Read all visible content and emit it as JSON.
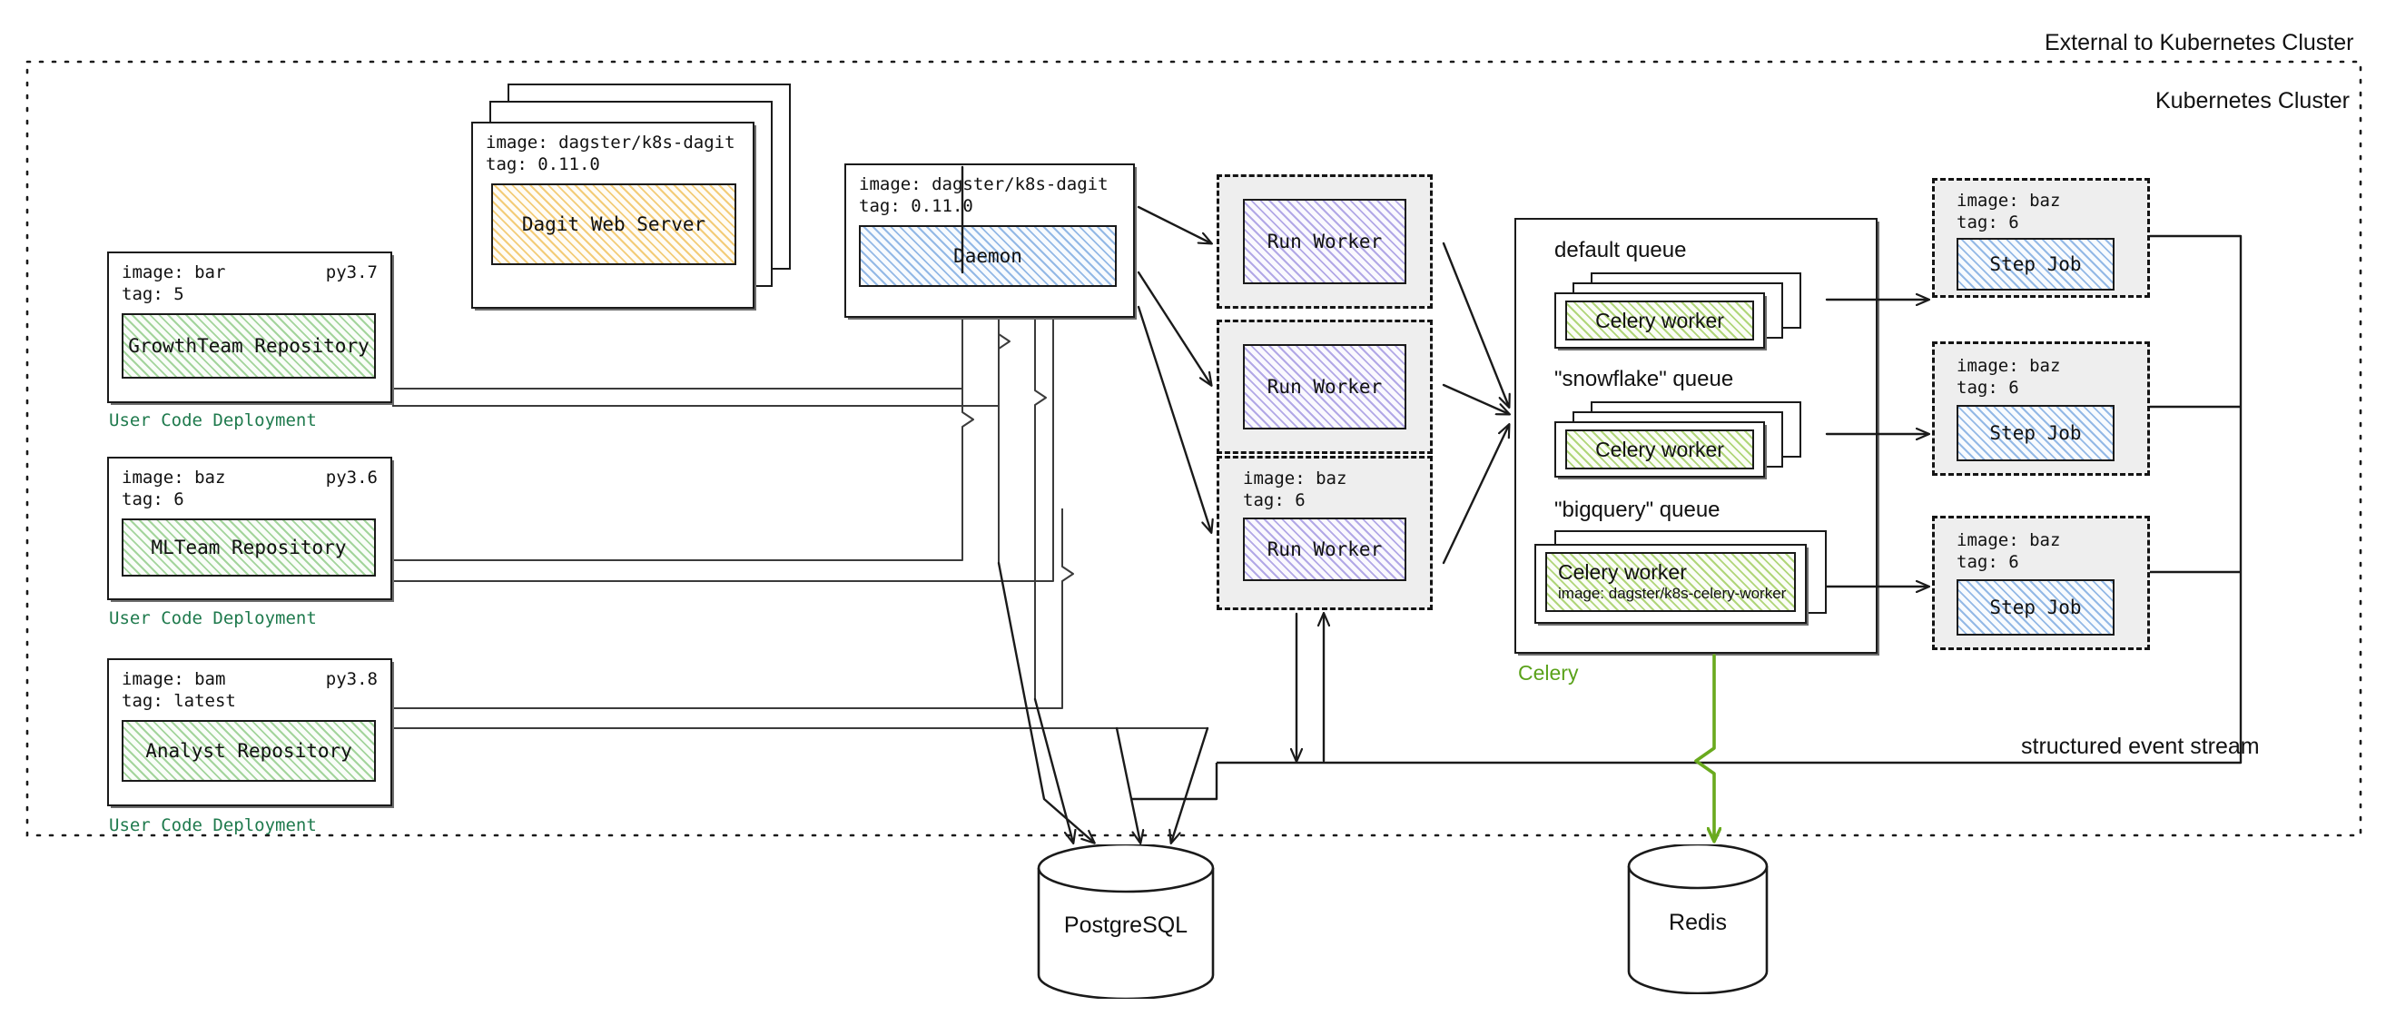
{
  "boundaries": {
    "external_label": "External to Kubernetes Cluster",
    "cluster_label": "Kubernetes Cluster",
    "event_stream_label": "structured event stream"
  },
  "user_code_deployments": [
    {
      "image_line": "image: bar",
      "python_version": "py3.7",
      "tag_line": "tag: 5",
      "repository": "GrowthTeam Repository",
      "caption": "User Code Deployment"
    },
    {
      "image_line": "image: baz",
      "python_version": "py3.6",
      "tag_line": "tag: 6",
      "repository": "MLTeam Repository",
      "caption": "User Code Deployment"
    },
    {
      "image_line": "image: bam",
      "python_version": "py3.8",
      "tag_line": "tag: latest",
      "repository": "Analyst Repository",
      "caption": "User Code Deployment"
    }
  ],
  "dagit": {
    "image_line": "image: dagster/k8s-dagit",
    "tag_line": "tag: 0.11.0",
    "label": "Dagit Web Server"
  },
  "daemon": {
    "image_line": "image: dagster/k8s-dagit",
    "tag_line": "tag: 0.11.0",
    "label": "Daemon"
  },
  "run_workers": [
    {
      "label": "Run Worker",
      "image_line": "",
      "tag_line": ""
    },
    {
      "label": "Run Worker",
      "image_line": "",
      "tag_line": ""
    },
    {
      "label": "Run Worker",
      "image_line": "image: baz",
      "tag_line": "tag: 6"
    }
  ],
  "celery": {
    "caption": "Celery",
    "queues": [
      {
        "title": "default queue",
        "worker": "Celery worker",
        "worker_sub": "",
        "stacked": 3
      },
      {
        "title": "\"snowflake\" queue",
        "worker": "Celery worker",
        "worker_sub": "",
        "stacked": 3
      },
      {
        "title": "\"bigquery\" queue",
        "worker": "Celery worker",
        "worker_sub": "image: dagster/k8s-celery-worker",
        "stacked": 2
      }
    ]
  },
  "step_jobs": [
    {
      "image_line": "image: baz",
      "tag_line": "tag: 6",
      "label": "Step Job"
    },
    {
      "image_line": "image: baz",
      "tag_line": "tag: 6",
      "label": "Step Job"
    },
    {
      "image_line": "image: baz",
      "tag_line": "tag: 6",
      "label": "Step Job"
    }
  ],
  "databases": [
    {
      "name": "PostgreSQL"
    },
    {
      "name": "Redis"
    }
  ],
  "colors": {
    "repository": "#7dbe6e",
    "dagit": "#ebb43c",
    "daemon": "#5f96d7",
    "run_worker": "#8778d7",
    "celery_worker": "#87be3c",
    "step_job": "#5f96d7",
    "celery_accent": "#5aa21a",
    "deployment_caption": "#1f7a4d",
    "stroke": "#1a1a1a"
  }
}
